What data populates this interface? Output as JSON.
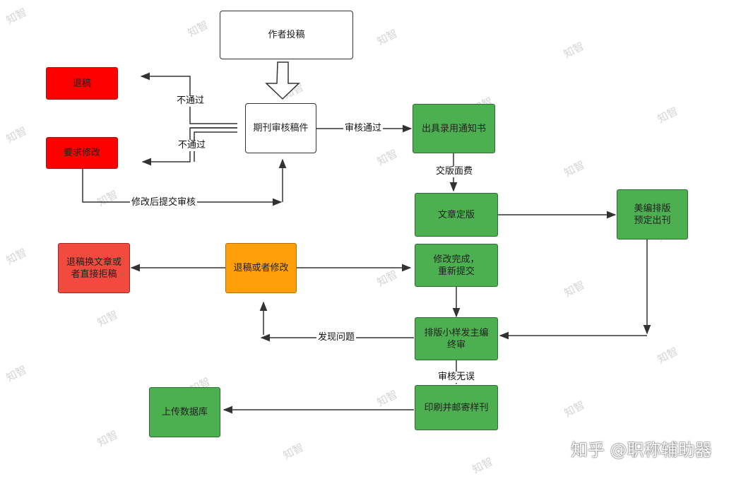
{
  "nodes": {
    "author_submit": "作者投稿",
    "reject": "退稿",
    "request_revise": "要求修改",
    "journal_review": "期刊审核稿件",
    "acceptance_notice": "出具录用通知书",
    "finalize": "文章定版",
    "typeset_schedule": "美编排版\n预定出刊",
    "reject_or_change": "退稿换文章或\n者直接拒稿",
    "reject_or_revise": "退稿或者修改",
    "revise_done": "修改完成，\n重新提交",
    "proof_final": "排版小样发主编\n终审",
    "upload_db": "上传数据库",
    "print_mail": "印刷并邮寄样刊"
  },
  "edges": {
    "not_pass_1": "不通过",
    "not_pass_2": "不通过",
    "review_pass": "审核通过",
    "pay_fee": "交版面费",
    "resubmit": "修改后提交审核",
    "issue_found": "发现问题",
    "review_ok": "审核无误"
  },
  "watermark": "知智",
  "brand": "知乎 @职称辅助器",
  "colors": {
    "green": "#4caf50",
    "red": "#ff0000",
    "light_red": "#f24a3e",
    "orange": "#ff9f0a"
  }
}
